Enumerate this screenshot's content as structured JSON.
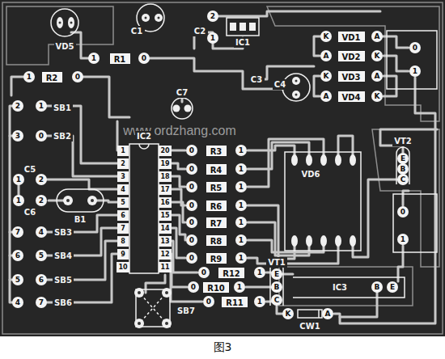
{
  "diagram": {
    "caption": "图3",
    "labels": [
      "VD5",
      "C1",
      "C2",
      "2",
      "1",
      "IC1",
      "1",
      "R1",
      "0",
      "K",
      "VD1",
      "A",
      "A",
      "VD2",
      "K",
      "K",
      "VD3",
      "A",
      "A",
      "VD4",
      "K",
      "0",
      "1",
      "1",
      "R2",
      "0",
      "C3",
      "C4",
      "C7",
      "2",
      "1",
      "SB1",
      "3",
      "0",
      "SB2",
      "www.ordzhang.com",
      "IC2",
      "1",
      "2",
      "3",
      "4",
      "5",
      "6",
      "7",
      "8",
      "9",
      "10",
      "20",
      "19",
      "18",
      "17",
      "16",
      "15",
      "14",
      "13",
      "12",
      "11",
      "0",
      "R3",
      "1",
      "0",
      "R4",
      "1",
      "0",
      "R5",
      "1",
      "0",
      "R6",
      "1",
      "0",
      "R7",
      "1",
      "0",
      "R8",
      "1",
      "0",
      "R9",
      "1",
      "0",
      "R12",
      "1",
      "0",
      "R10",
      "1",
      "0",
      "R11",
      "1",
      "C5",
      "1",
      "2",
      "1",
      "2",
      "C6",
      "B1",
      "VD6",
      "VT2",
      "E",
      "B",
      "C",
      "0",
      "1",
      "7",
      "4",
      "SB3",
      "6",
      "5",
      "SB4",
      "5",
      "6",
      "SB5",
      "4",
      "7",
      "SB6",
      "VT1",
      "E",
      "B",
      "C",
      "IC3",
      "B",
      "E",
      "SB7",
      "K",
      "A",
      "CW1"
    ]
  }
}
